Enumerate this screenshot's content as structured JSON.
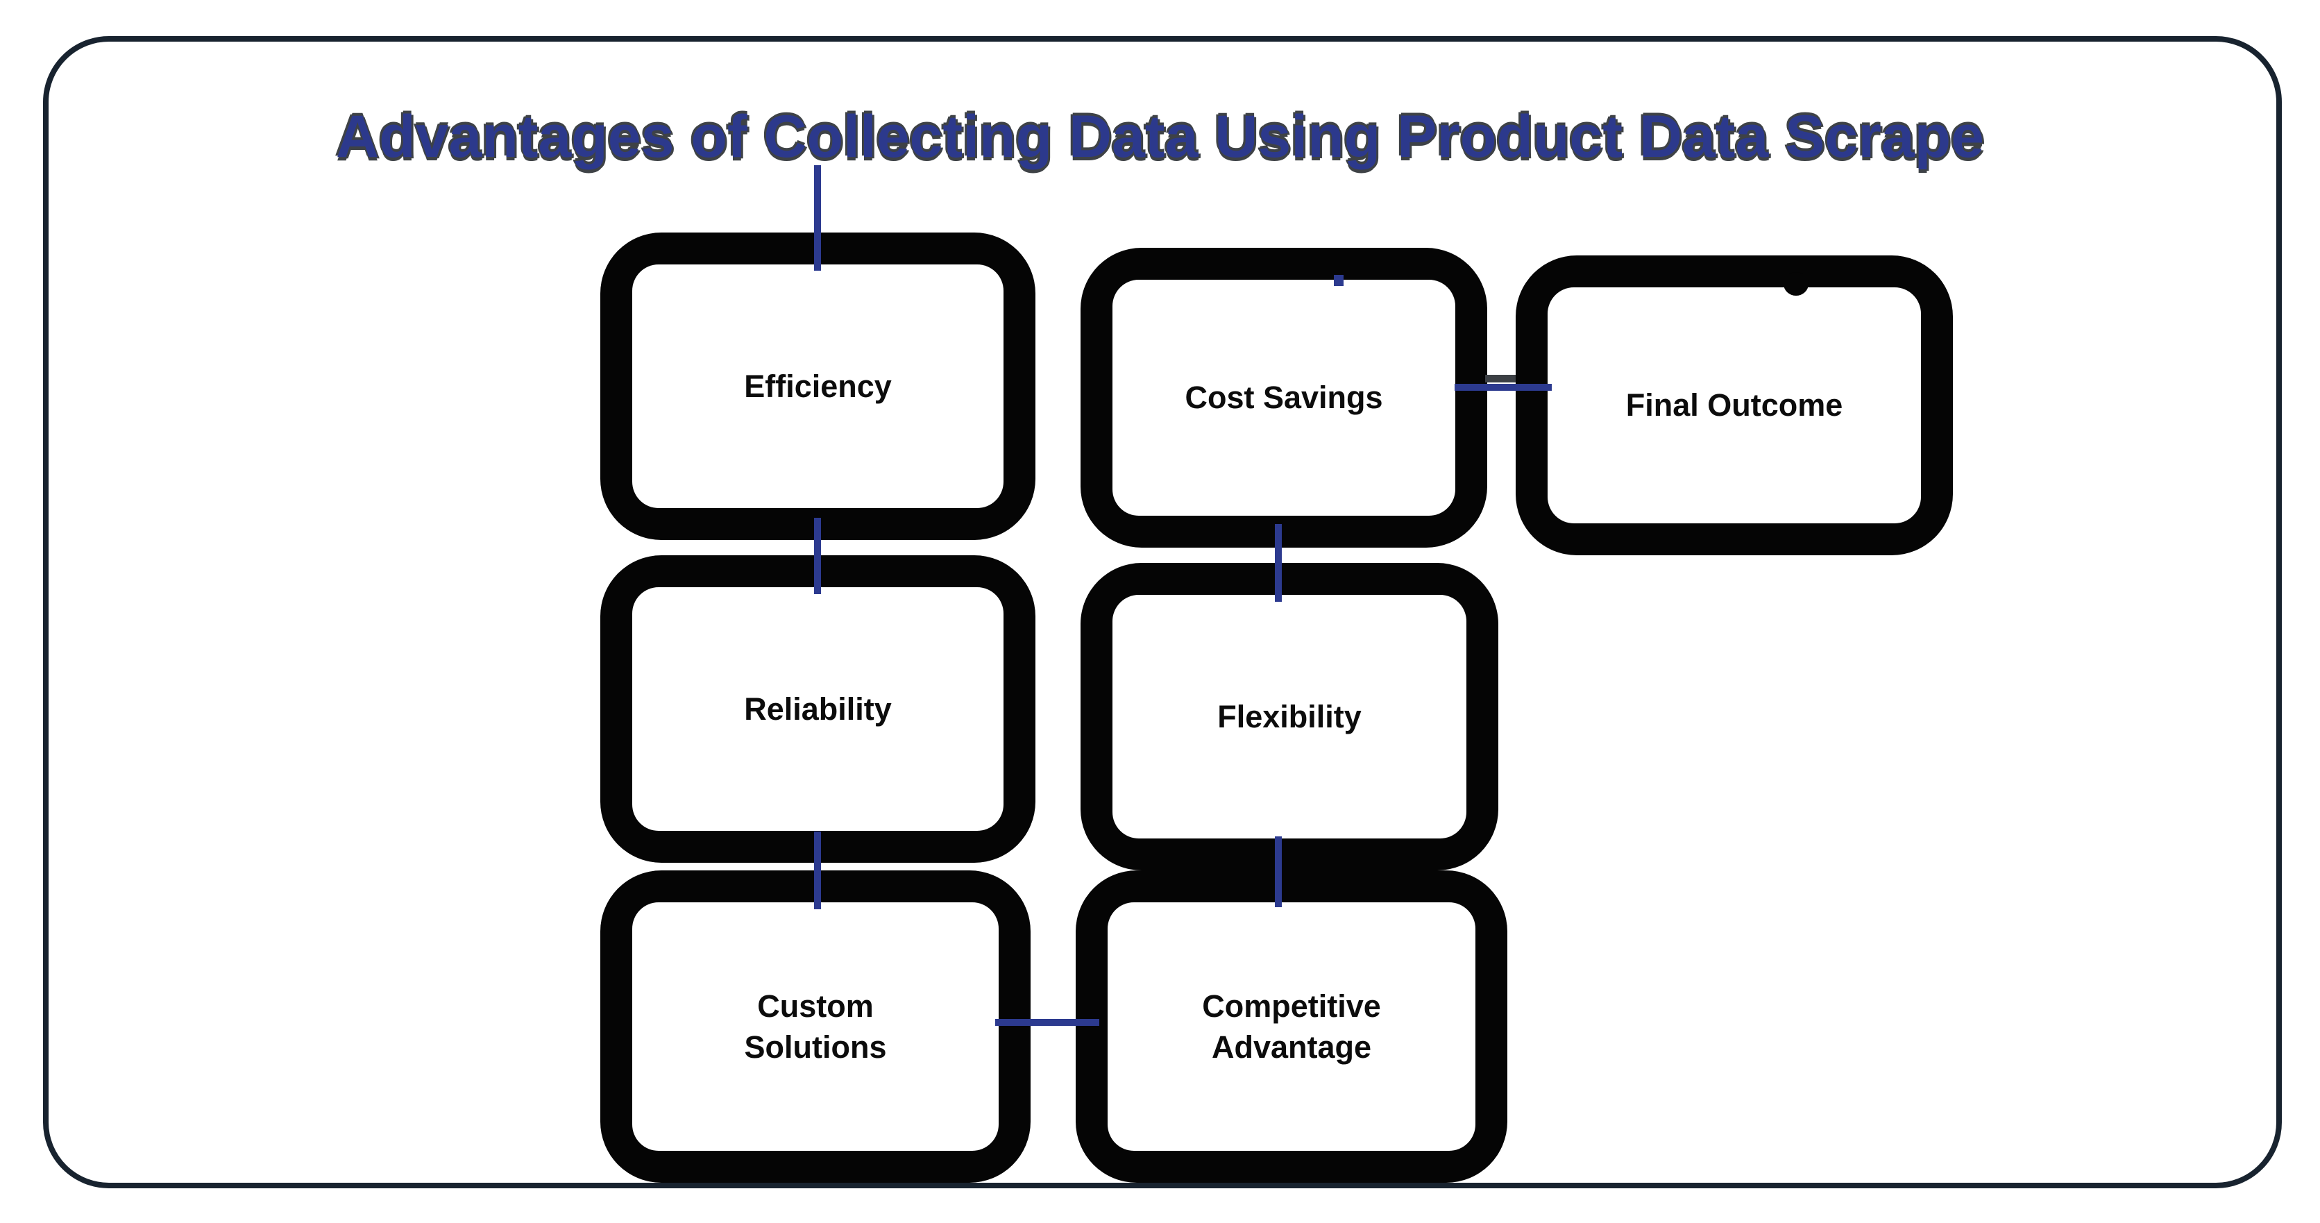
{
  "title": "Advantages of Collecting Data Using Product Data Scrape",
  "diagram": {
    "nodes": [
      {
        "id": "efficiency",
        "label": "Efficiency"
      },
      {
        "id": "cost-savings",
        "label": "Cost Savings"
      },
      {
        "id": "final-outcome",
        "label": "Final Outcome"
      },
      {
        "id": "reliability",
        "label": "Reliability"
      },
      {
        "id": "flexibility",
        "label": "Flexibility"
      },
      {
        "id": "custom-solutions",
        "label": "Custom Solutions"
      },
      {
        "id": "competitive-advantage",
        "label": "Competitive Advantage"
      }
    ],
    "connections": [
      {
        "from": "title",
        "to": "efficiency",
        "orientation": "vertical"
      },
      {
        "from": "efficiency",
        "to": "reliability",
        "orientation": "vertical"
      },
      {
        "from": "reliability",
        "to": "custom-solutions",
        "orientation": "vertical"
      },
      {
        "from": "cost-savings",
        "to": "flexibility",
        "orientation": "vertical"
      },
      {
        "from": "flexibility",
        "to": "competitive-advantage",
        "orientation": "vertical"
      },
      {
        "from": "cost-savings",
        "to": "final-outcome",
        "orientation": "horizontal"
      },
      {
        "from": "custom-solutions",
        "to": "competitive-advantage",
        "orientation": "horizontal"
      }
    ]
  },
  "colors": {
    "background": "#ffffff",
    "outer_border": "#18232f",
    "title_fill": "#2c398c",
    "title_outline": "#3e4246",
    "connector": "#2c3a8f",
    "node_border": "#050505",
    "node_fill": "#ffffff",
    "node_text": "#0c0c0c"
  }
}
